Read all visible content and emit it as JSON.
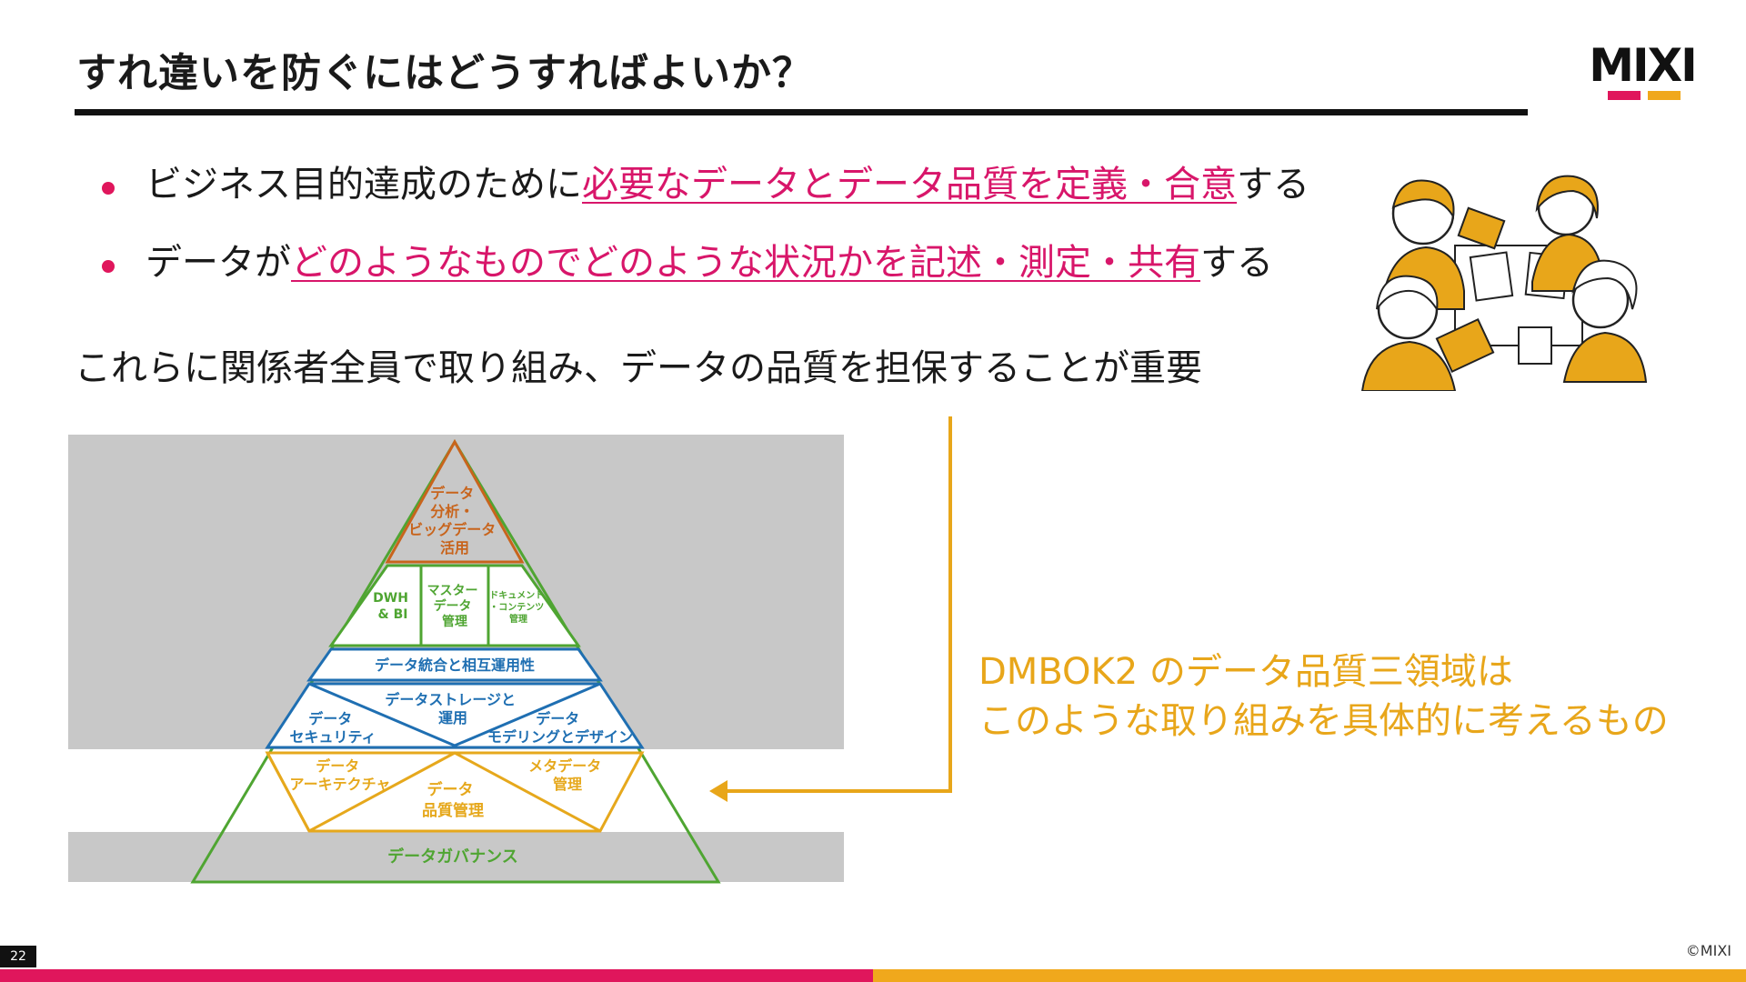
{
  "slide": {
    "title": "すれ違いを防ぐにはどうすればよいか？",
    "logo": "MIXI",
    "page_number": "22",
    "copyright": "©MIXI"
  },
  "bullets": [
    {
      "before": "ビジネス目的達成のために",
      "highlight": "必要なデータとデータ品質を定義・合意",
      "after": "する"
    },
    {
      "before": "データが",
      "highlight": "どのようなものでどのような状況かを記述・測定・共有",
      "after": "する"
    }
  ],
  "statement": "これらに関係者全員で取り組み、データの品質を担保することが重要",
  "dmbok_note": {
    "line1": "DMBOK2 のデータ品質三領域は",
    "line2": "このような取り組みを具体的に考えるもの"
  },
  "pyramid": {
    "top": [
      "データ",
      "分析・",
      "ビッグデータ",
      "活用"
    ],
    "tier2": {
      "left": [
        "DWH",
        "& BI"
      ],
      "middle": [
        "マスター",
        "データ",
        "管理"
      ],
      "right": [
        "ドキュメント",
        "・コンテンツ",
        "管理"
      ]
    },
    "tier3": "データ統合と相互運用性",
    "tier4": {
      "center": [
        "データストレージと",
        "運用"
      ],
      "left": [
        "データ",
        "セキュリティ"
      ],
      "right": [
        "データ",
        "モデリングとデザイン"
      ]
    },
    "tier5": {
      "left": [
        "データ",
        "アーキテクチャ"
      ],
      "right": [
        "メタデータ",
        "管理"
      ],
      "center": [
        "データ",
        "品質管理"
      ]
    },
    "base": "データガバナンス"
  },
  "colors": {
    "accent_pink": "#d8166a",
    "accent_yellow": "#e8a61a",
    "pyramid_orange": "#c8641c",
    "pyramid_green": "#4fa532",
    "pyramid_blue": "#1f6fb2",
    "pyramid_gold": "#e6a81c",
    "band_gray": "#c8c8c8"
  }
}
